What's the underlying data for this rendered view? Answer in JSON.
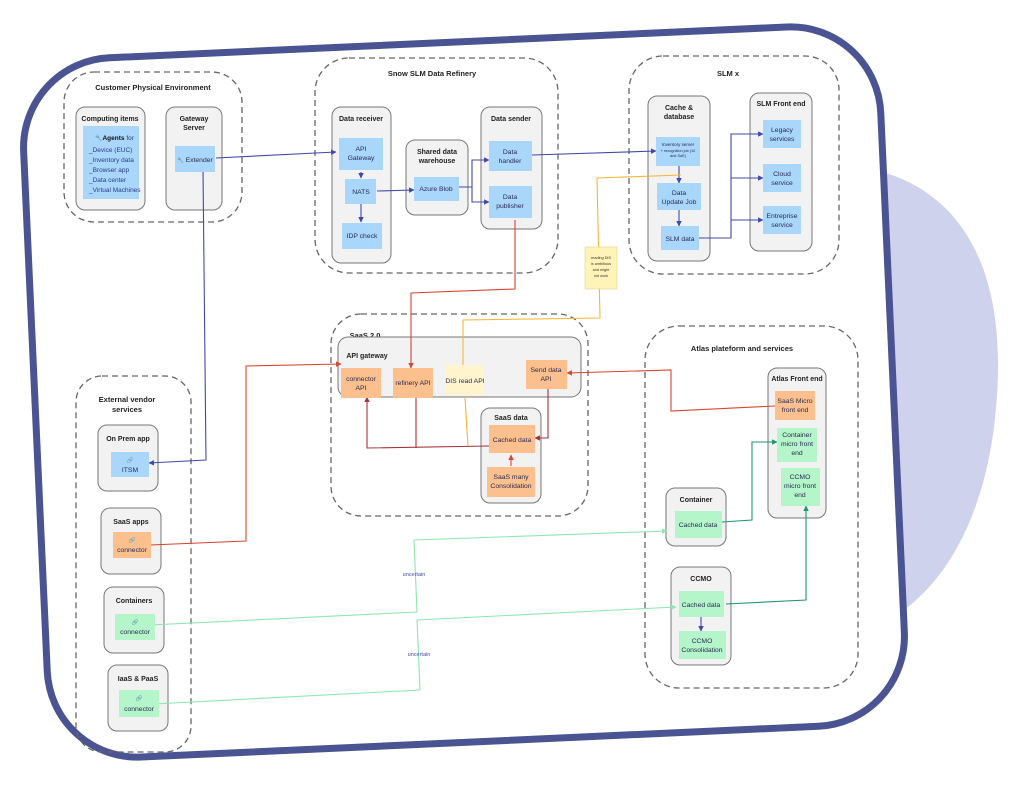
{
  "colors": {
    "frame": "#4a5493",
    "blob": "#cfd2ec",
    "blue_box": "#a9d6fb",
    "orange_box": "#fbc08d",
    "green_box": "#b4f5c9",
    "yellow_box": "#fff4cc",
    "sticky": "#fff4b8",
    "blue_line": "#3f4aa8",
    "red_line": "#d9452f",
    "dark_red_line": "#a8323a",
    "orange_line": "#f5b73a",
    "light_green_line": "#8ee6b0",
    "dark_green_line": "#1a9a6a"
  },
  "groups": {
    "customer": {
      "title": "Customer Physical Environment"
    },
    "refinery": {
      "title": "Snow SLM Data Refinery"
    },
    "slmx": {
      "title": "SLM x"
    },
    "saas2": {
      "title": "SaaS 2.0"
    },
    "atlas": {
      "title": "Atlas plateform and services"
    },
    "external": {
      "title": "External vendor services"
    }
  },
  "panels": {
    "computing": {
      "title": "Computing items"
    },
    "gateway_server": {
      "title": "Gateway Server"
    },
    "data_receiver": {
      "title": "Data receiver"
    },
    "shared_dw": {
      "title": "Shared data warehouse"
    },
    "data_sender": {
      "title": "Data sender"
    },
    "cache_db": {
      "title": "Cache & database"
    },
    "slm_front": {
      "title": "SLM Front end"
    },
    "api_gateway": {
      "title": "API gateway"
    },
    "saas_data": {
      "title": "SaaS data"
    },
    "atlas_front": {
      "title": "Atlas Front end"
    },
    "container": {
      "title": "Container"
    },
    "ccmo": {
      "title": "CCMO"
    },
    "onprem": {
      "title": "On Prem app"
    },
    "saas_apps": {
      "title": "SaaS apps"
    },
    "containers": {
      "title": "Containers"
    },
    "iaas": {
      "title": "IaaS & PaaS"
    }
  },
  "nodes": {
    "agents": {
      "title": "Agents",
      "title_suffix": "for",
      "items": [
        "_Device (EUC)",
        "_Inventory data",
        "_Browser app",
        "_Data center",
        "_Virtual Machines"
      ]
    },
    "extender": {
      "label": "Extender"
    },
    "api_gw": {
      "label": "API Gateway"
    },
    "nats": {
      "label": "NATS"
    },
    "idp": {
      "label": "IDP check"
    },
    "azure_blob": {
      "label": "Azure Blob"
    },
    "data_handler": {
      "label": "Data handler"
    },
    "data_publisher": {
      "label": "Data publisher"
    },
    "inventory_server": {
      "label": "Inventory server",
      "detail": "+ recognition job (10 and SaE)"
    },
    "update_job": {
      "label": "Data Update Job"
    },
    "slm_data": {
      "label": "SLM data"
    },
    "legacy": {
      "label": "Legacy services"
    },
    "cloud": {
      "label": "Cloud service"
    },
    "enterprise": {
      "label": "Entreprise service"
    },
    "connector_api": {
      "label": "connector API"
    },
    "refinery_api": {
      "label": "refinery API"
    },
    "dis_read_api": {
      "label": "DIS read API"
    },
    "send_data_api": {
      "label": "Send data API"
    },
    "saas_cached": {
      "label": "Cached data"
    },
    "saas_consol": {
      "label": "SaaS many Consolidation"
    },
    "saas_micro": {
      "label": "SaaS Micro front end"
    },
    "container_micro": {
      "label": "Container micro front end"
    },
    "ccmo_micro": {
      "label": "CCMO micro front end"
    },
    "container_cached": {
      "label": "Cached data"
    },
    "ccmo_cached": {
      "label": "Cached data"
    },
    "ccmo_consol": {
      "label": "CCMO Consolidation"
    },
    "itsm": {
      "label": "ITSM"
    },
    "saas_connector": {
      "label": "connector"
    },
    "containers_connector": {
      "label": "connector"
    },
    "iaas_connector": {
      "label": "connector"
    }
  },
  "sticky": {
    "lines": [
      "reading DIS",
      "is ambitious",
      "and might",
      "not work"
    ]
  },
  "edge_labels": {
    "uncertain_1": "uncertain",
    "uncertain_2": "uncertain"
  }
}
